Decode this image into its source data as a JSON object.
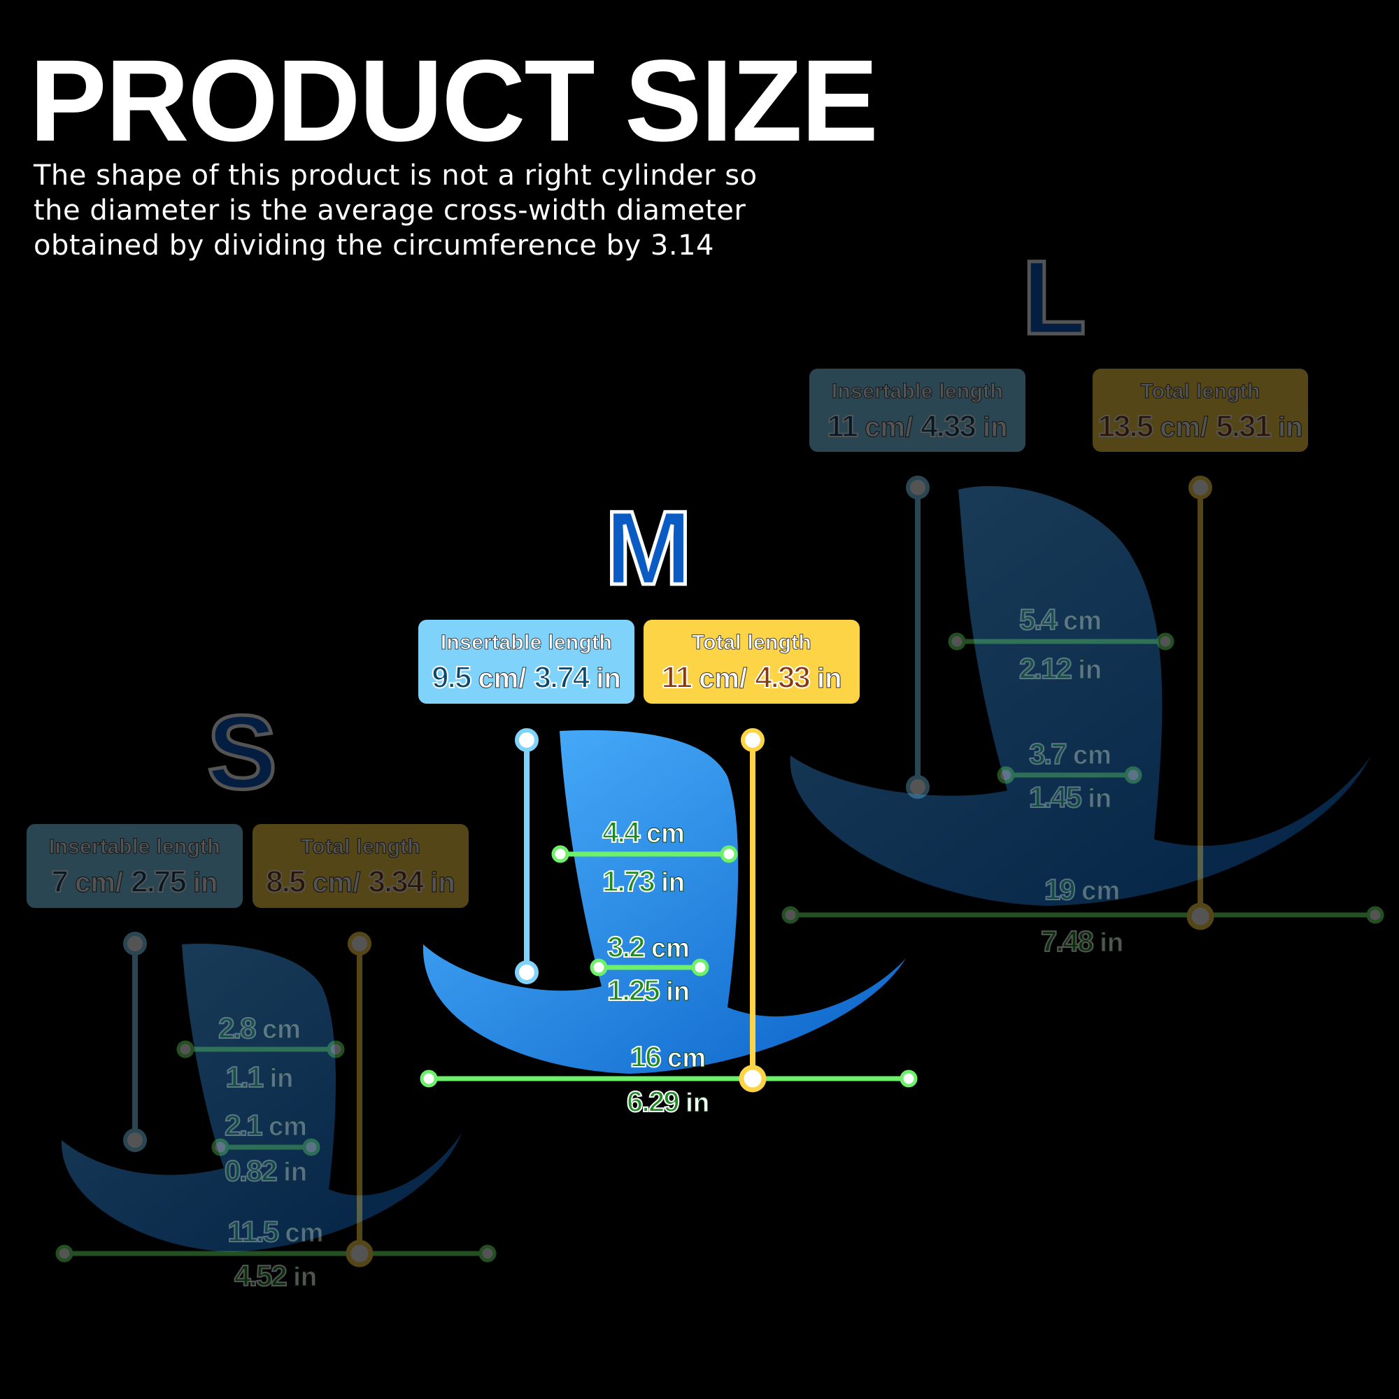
{
  "title": "PRODUCT SIZE",
  "subtitle": [
    "The shape of this product is not a right cylinder so",
    "the diameter is the average cross-width diameter",
    "obtained by dividing the circumference by 3.14"
  ],
  "colors": {
    "insertable": "#7fd3fb",
    "total": "#fdd445",
    "diameter": "#6ef06a",
    "letter": "#0b5bc4"
  },
  "sizes": {
    "S": {
      "letter": "S",
      "insertable_label": "Insertable length",
      "insertable_cm": "7",
      "insertable_in": "2.75",
      "total_label": "Total length",
      "total_cm": "8.5",
      "total_in": "3.34",
      "d1_cm": "2.8",
      "d1_in": "1.1",
      "d2_cm": "2.1",
      "d2_in": "0.82",
      "w_cm": "11.5",
      "w_in": "4.52"
    },
    "M": {
      "letter": "M",
      "insertable_label": "Insertable length",
      "insertable_cm": "9.5",
      "insertable_in": "3.74",
      "total_label": "Total length",
      "total_cm": "11",
      "total_in": "4.33",
      "d1_cm": "4.4",
      "d1_in": "1.73",
      "d2_cm": "3.2",
      "d2_in": "1.25",
      "w_cm": "16",
      "w_in": "6.29"
    },
    "L": {
      "letter": "L",
      "insertable_label": "Insertable length",
      "insertable_cm": "11",
      "insertable_in": "4.33",
      "total_label": "Total length",
      "total_cm": "13.5",
      "total_in": "5.31",
      "d1_cm": "5.4",
      "d1_in": "2.12",
      "d2_cm": "3.7",
      "d2_in": "1.45",
      "w_cm": "19",
      "w_in": "7.48"
    }
  },
  "units": {
    "cm": "cm",
    "in": "in",
    "sep": "cm/"
  }
}
